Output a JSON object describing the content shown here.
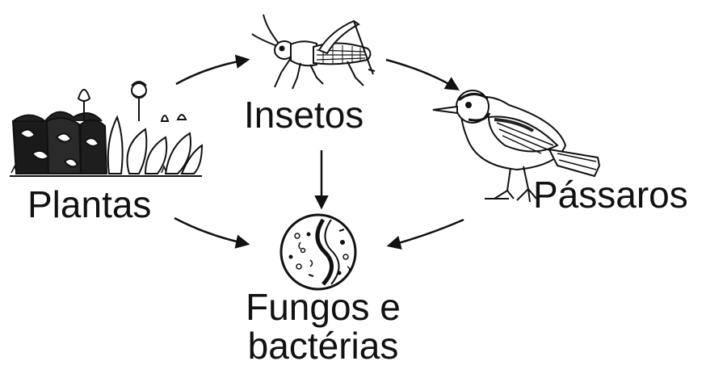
{
  "nodes": {
    "plants": {
      "label": "Plantas",
      "icon": "plants-icon"
    },
    "insects": {
      "label": "Insetos",
      "icon": "grasshopper-icon"
    },
    "birds": {
      "label": "Pássaros",
      "icon": "bird-icon"
    },
    "decomposers": {
      "label_line1": "Fungos e",
      "label_line2": "bactérias",
      "icon": "microbes-icon"
    }
  },
  "edges": [
    {
      "from": "Plantas",
      "to": "Insetos"
    },
    {
      "from": "Insetos",
      "to": "Pássaros"
    },
    {
      "from": "Insetos",
      "to": "Fungos e bactérias"
    },
    {
      "from": "Plantas",
      "to": "Fungos e bactérias"
    },
    {
      "from": "Pássaros",
      "to": "Fungos e bactérias"
    }
  ],
  "colors": {
    "ink": "#111111",
    "background": "#ffffff"
  }
}
